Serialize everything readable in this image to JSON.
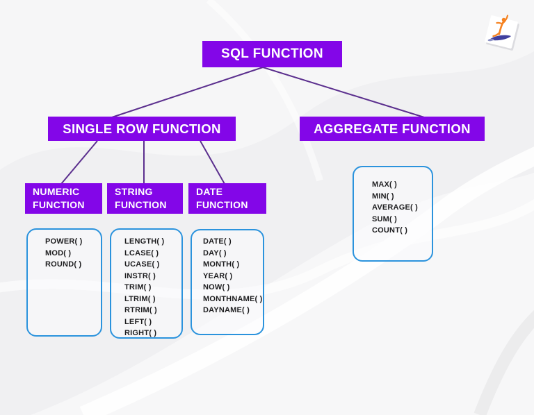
{
  "diagram": {
    "root_label": "SQL FUNCTION",
    "branches": {
      "single_row_label": "SINGLE ROW FUNCTION",
      "aggregate_label": "AGGREGATE FUNCTION"
    },
    "categories": {
      "numeric": {
        "label_line1": "NUMERIC",
        "label_line2": "FUNCTION",
        "items": [
          "POWER( )",
          "MOD( )",
          "ROUND( )"
        ]
      },
      "string": {
        "label_line1": "STRING",
        "label_line2": "FUNCTION",
        "items": [
          "LENGTH( )",
          "LCASE( )",
          "UCASE( )",
          "INSTR( )",
          "TRIM( )",
          "LTRIM( )",
          "RTRIM( )",
          "LEFT( )",
          "RIGHT( )"
        ]
      },
      "date": {
        "label_line1": "DATE",
        "label_line2": "FUNCTION",
        "items": [
          "DATE( )",
          "DAY( )",
          "MONTH( )",
          "YEAR( )",
          "NOW( )",
          "MONTHNAME( )",
          "DAYNAME( )"
        ]
      }
    },
    "aggregate_items": [
      "MAX( )",
      "MIN( )",
      "AVERAGE( )",
      "SUM( )",
      "COUNT( )"
    ]
  },
  "colors": {
    "box_purple": "#8306e8",
    "connector_purple": "#5b2f8e",
    "list_border_blue": "#2b93dd",
    "logo_orange": "#f58220",
    "logo_blue": "#3f3f9e"
  }
}
